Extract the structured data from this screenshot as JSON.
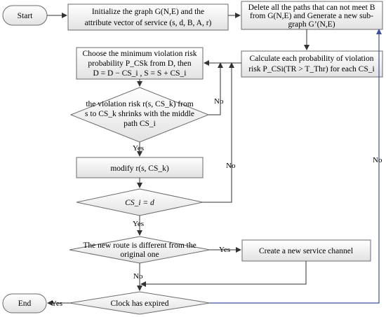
{
  "nodes": {
    "start": {
      "label": "Start"
    },
    "init": {
      "line1": "Initialize the graph G(N,E) and the",
      "line2": "attribute vector of service (s, d, B, A, r)"
    },
    "delete": {
      "line1": "Delete all the paths that can not meet B",
      "line2": "from G(N,E) and Generate a new sub-",
      "line3": "graph G’(N,E)"
    },
    "calc": {
      "line1": "Calculate each probability of violation",
      "line2": "risk P_CSi(TR > T_Thr) for each CS_i"
    },
    "choose": {
      "line1": "Choose the minimum violation risk",
      "line2": "probability P_CSk from D, then",
      "line3": "D = D − CS_i , S = S + CS_i"
    },
    "shrink": {
      "line1": "the violation risk r(s, CS_k) from",
      "line2": "s to CS_k shrinks with the middle",
      "line3": "path CS_i"
    },
    "modify": {
      "label": "modify r(s, CS_k)"
    },
    "csd": {
      "label": "CS_i = d"
    },
    "route": {
      "line1": "The new route is different from the",
      "line2": "original one"
    },
    "create": {
      "label": "Create a new service channel"
    },
    "clock": {
      "label": "Clock has expired"
    },
    "end": {
      "label": "End"
    }
  },
  "edges": {
    "no_shrink": "No",
    "yes_shrink": "Yes",
    "no_csd": "No",
    "yes_csd": "Yes",
    "yes_route": "Yes",
    "no_route": "No",
    "yes_clock": "Yes",
    "no_clock": "No"
  },
  "colors": {
    "connector": "#333333",
    "loop": "#3c4fa0",
    "box_top": "#ffffff",
    "box_bottom": "#e4e4e4"
  }
}
